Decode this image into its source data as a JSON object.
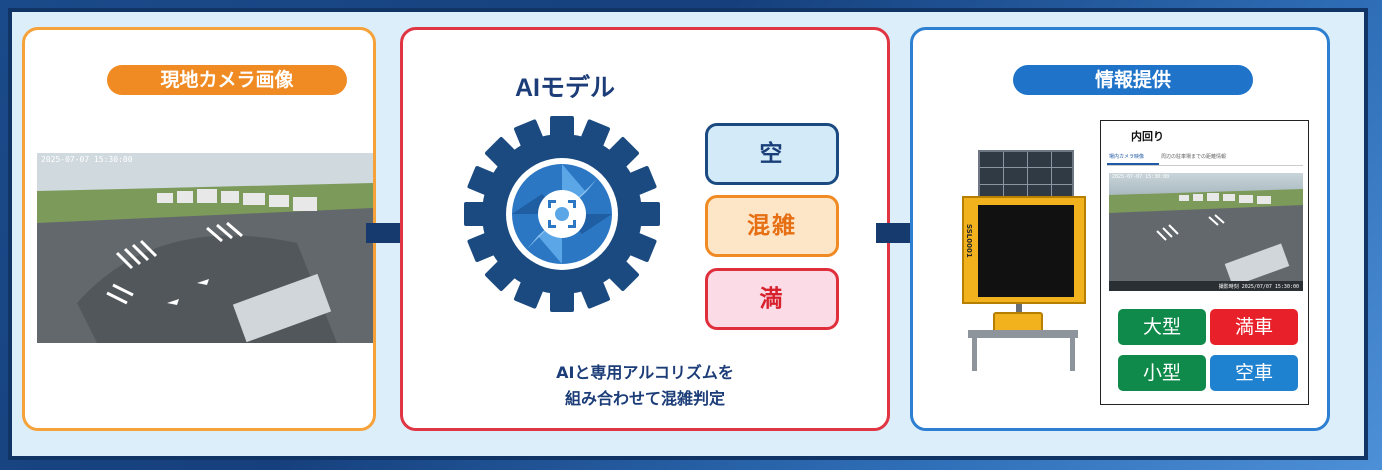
{
  "left": {
    "title": "現地カメラ画像",
    "camera_timestamp": "2025-07-07 15:30:00"
  },
  "middle": {
    "title": "AIモデル",
    "categories": [
      "空",
      "混雑",
      "満"
    ],
    "caption_line1": "AIと専用アルコリズムを",
    "caption_line2": "組み合わせて混雑判定"
  },
  "right": {
    "title": "情報提供",
    "sign_id": "SSL0001",
    "screen": {
      "heading": "内回り",
      "tab_active": "場内カメラ映像",
      "tab_other": "周辺の駐車場までの距離情報",
      "camera_timestamp": "2025-07-07 15:30:00",
      "camera_caption": "撮影時刻 2025/07/07 15:30:00"
    },
    "status_tiles": {
      "large": "大型",
      "full": "満車",
      "small": "小型",
      "empty": "空車"
    }
  },
  "colors": {
    "frame_dark": "#103466",
    "background": "#dceefa",
    "orange": "#f08a22",
    "red": "#e03542",
    "blue": "#1f74c9",
    "navy": "#1c3d78",
    "green": "#0f8a4a"
  },
  "icons": [
    "arrow-right-icon",
    "gear-icon",
    "camera-shutter-icon",
    "focus-target-icon",
    "solar-panel-icon"
  ]
}
